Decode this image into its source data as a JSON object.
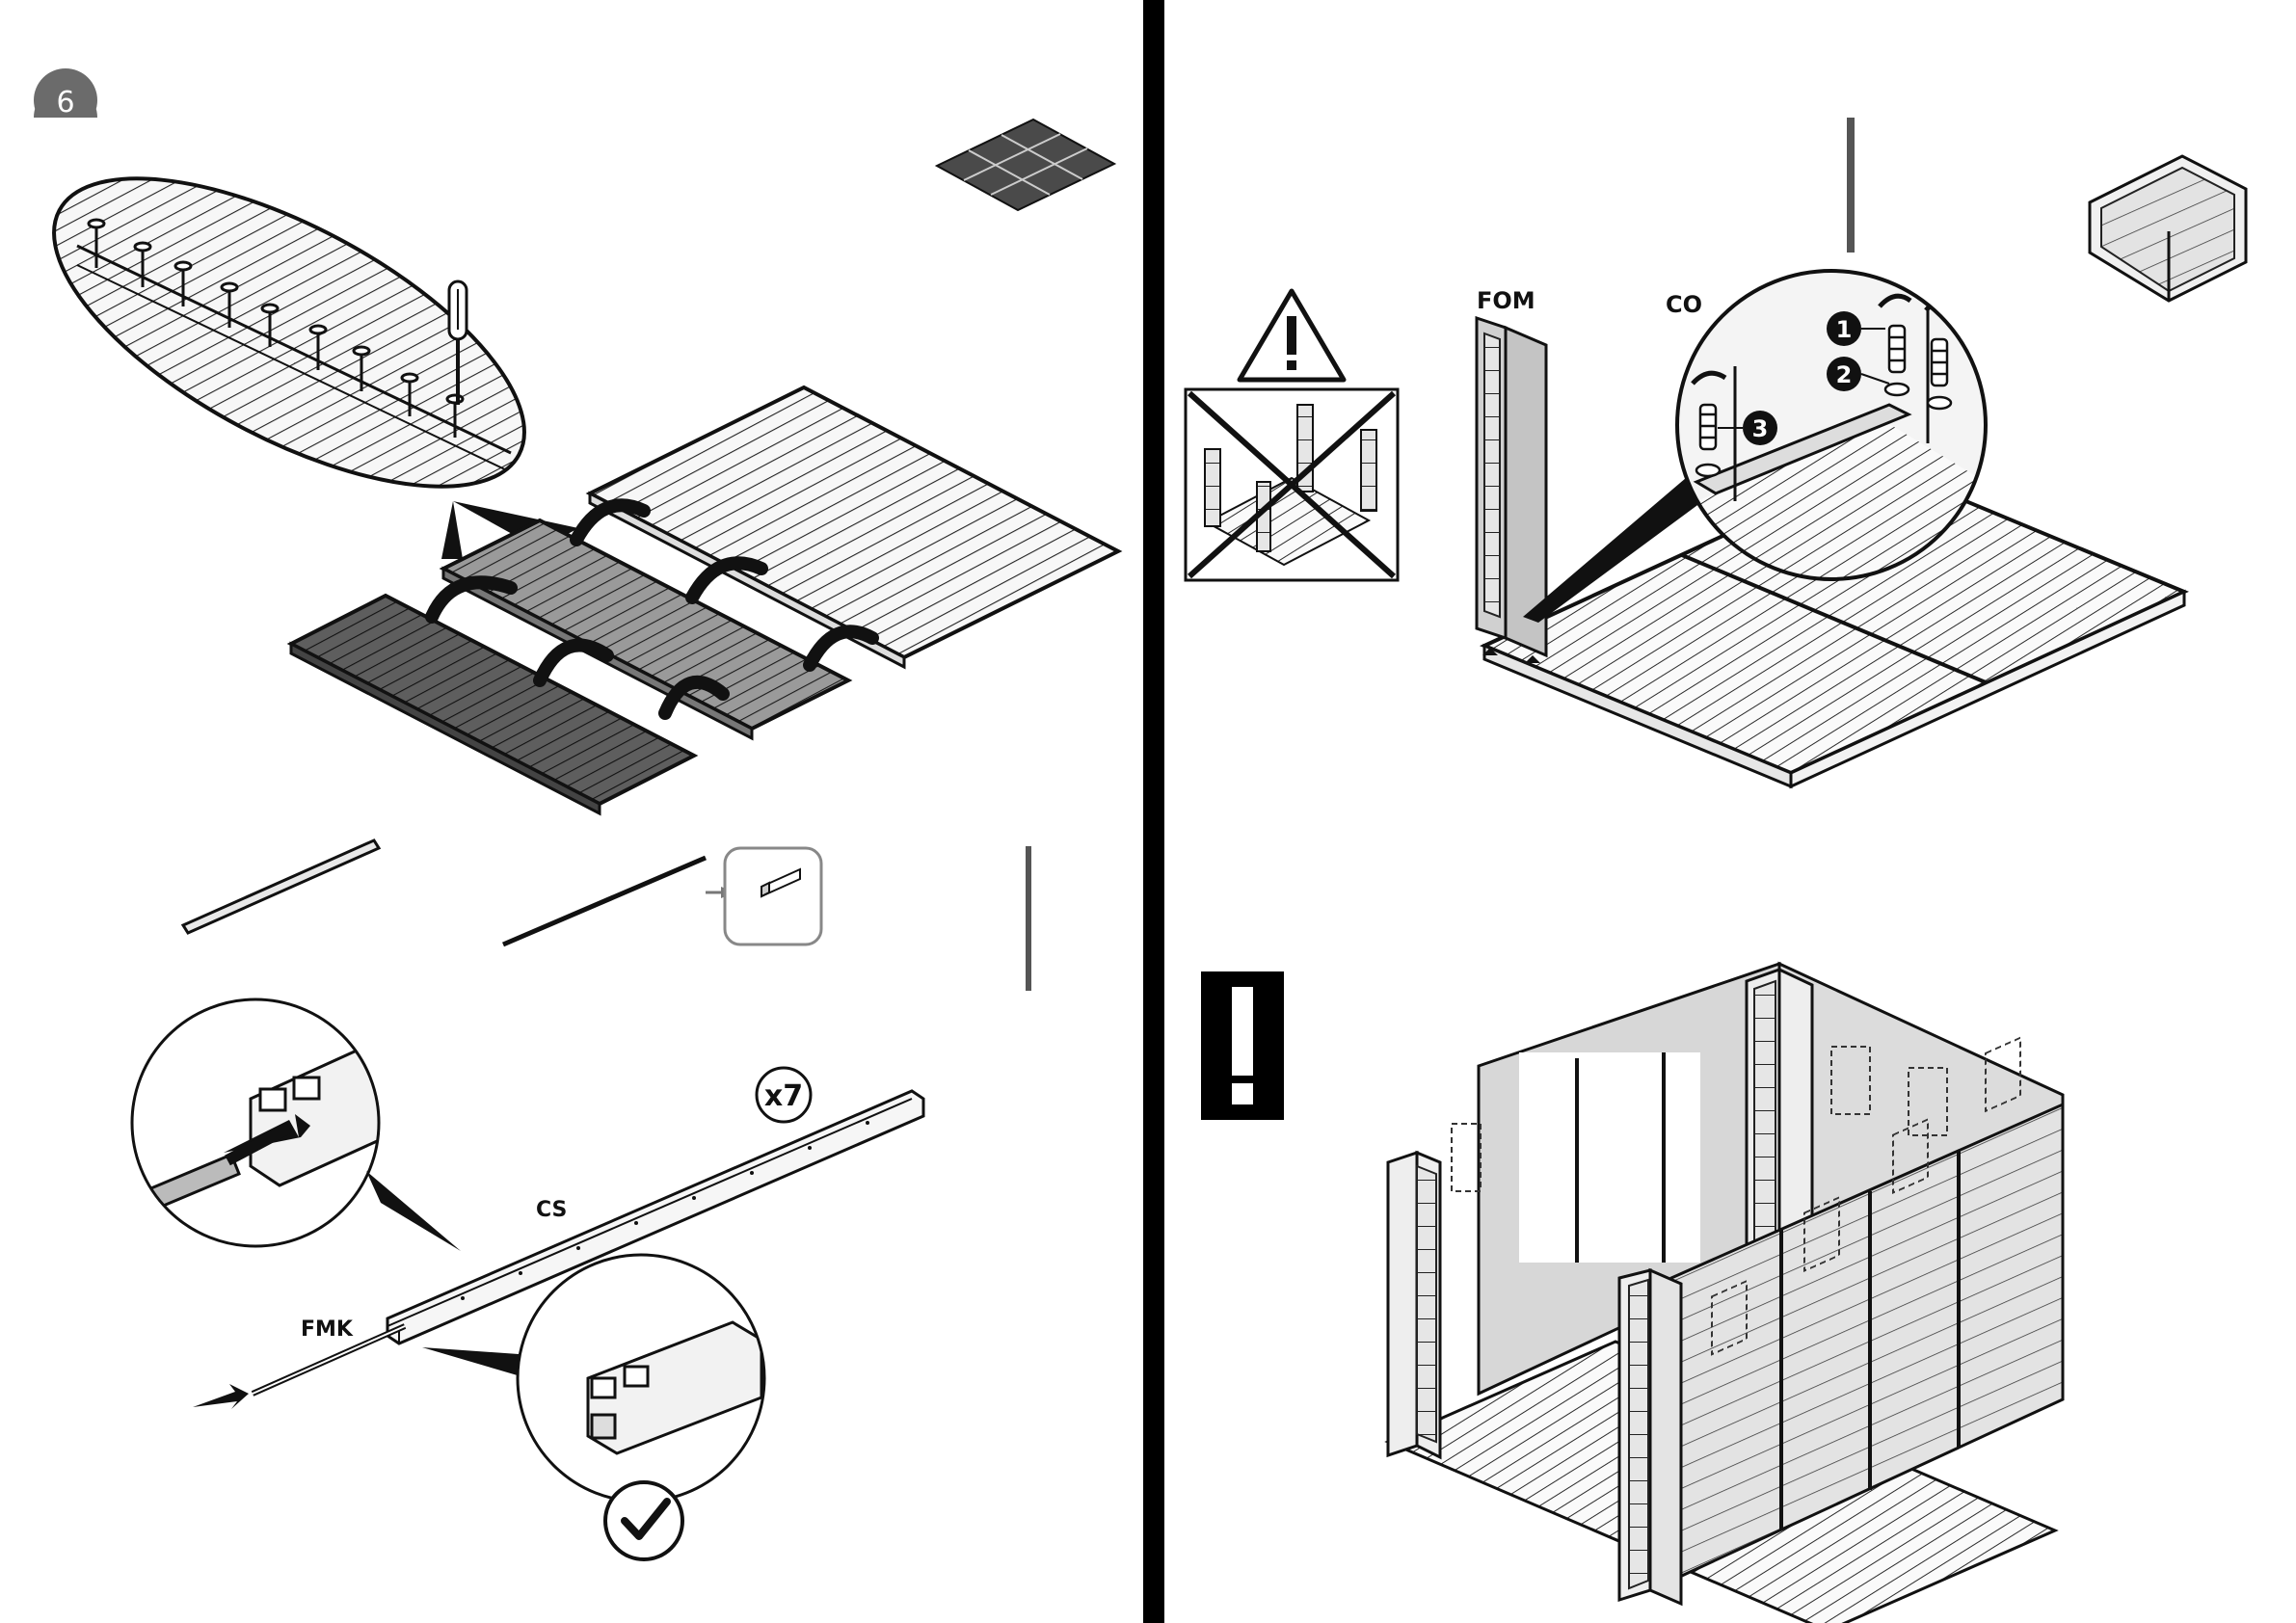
{
  "step_number": "6",
  "labels": {
    "cs": "CS",
    "fmk": "FMK",
    "quantity": "x7",
    "fom": "FOM",
    "co": "CO"
  },
  "callout_numbers": [
    "1",
    "2",
    "3"
  ],
  "icons": {
    "warning": "warning-triangle-icon",
    "important": "exclamation-icon",
    "ok": "checkmark-icon",
    "prohibited": "cross-out-icon"
  },
  "colors": {
    "ink": "#111111",
    "panel_dark": "#555555",
    "panel_mid": "#8a8a8a",
    "panel_light": "#f4f4f4",
    "wall_fill": "#d9d9d9",
    "step_badge": "#6b6b6b"
  }
}
